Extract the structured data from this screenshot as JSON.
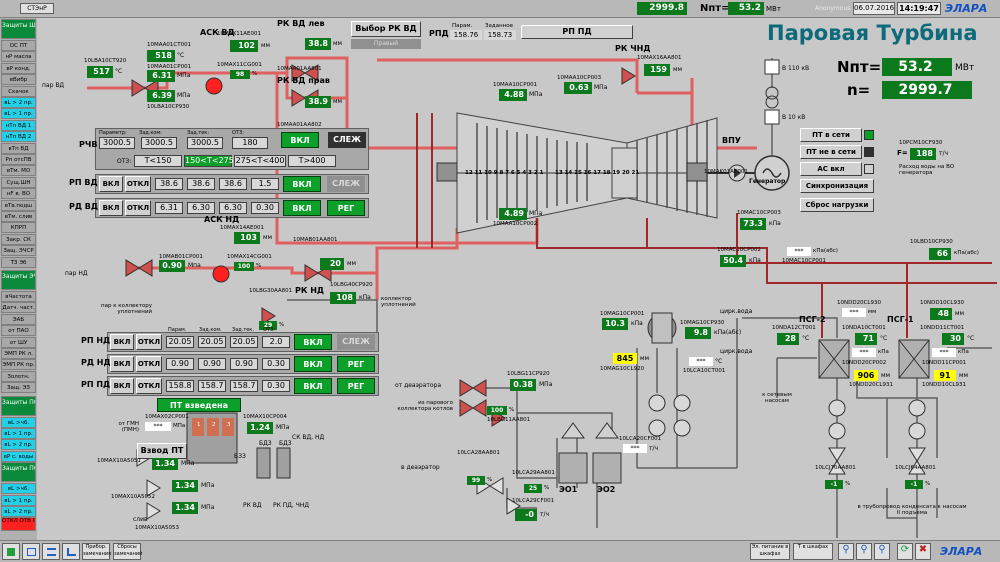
{
  "topbar": {
    "left_btn": "СТЭнР",
    "npt_top": "2999.8",
    "npt_top_label": "Nпт=",
    "npt_top_val": "53.2",
    "npt_top_unit": "МВт",
    "user": "Anonymous",
    "date": "06.07.2016",
    "time": "14:19:47",
    "logo": "ЭЛАРА"
  },
  "title": "Паровая Турбина",
  "sidebar": [
    {
      "t": "Защиты ШЗ",
      "k": "h"
    },
    {
      "t": "ОС ПТ",
      "k": "g"
    },
    {
      "t": "нР масла",
      "k": "g"
    },
    {
      "t": "вР конд.",
      "k": "g"
    },
    {
      "t": "вВибр",
      "k": "g"
    },
    {
      "t": "Скачок",
      "k": "g"
    },
    {
      "t": "вL > 2 пр.",
      "k": "c"
    },
    {
      "t": "вL > 1 пр.",
      "k": "c"
    },
    {
      "t": "нТп ВД 1",
      "k": "c"
    },
    {
      "t": "нТп ВД 2",
      "k": "c"
    },
    {
      "t": "вТп ВД",
      "k": "g"
    },
    {
      "t": "Рп отсПВ",
      "k": "g"
    },
    {
      "t": "вТм. МО",
      "k": "g"
    },
    {
      "t": "Сущ.ШН",
      "k": "g"
    },
    {
      "t": "нF в. ВО",
      "k": "g"
    },
    {
      "t": "вТв.подш",
      "k": "g"
    },
    {
      "t": "вТм. слив",
      "k": "g"
    },
    {
      "t": "КПРП",
      "k": "g"
    },
    {
      "t": "Закр. СК",
      "k": "g"
    },
    {
      "t": "Защ. ЭЧСР",
      "k": "g"
    },
    {
      "t": "ТЗ Эб",
      "k": "g"
    },
    {
      "t": "Защиты ЭЧСР",
      "k": "h"
    },
    {
      "t": "вЧастота",
      "k": "g"
    },
    {
      "t": "Датч. част.",
      "k": "g"
    },
    {
      "t": "ЭАБ",
      "k": "g"
    },
    {
      "t": "от ПАО",
      "k": "g"
    },
    {
      "t": "от ШУ",
      "k": "g"
    },
    {
      "t": "ЭМП РК л.",
      "k": "g"
    },
    {
      "t": "ЭМП РК пр.",
      "k": "g"
    },
    {
      "t": "Золотн.",
      "k": "g"
    },
    {
      "t": "Защ. ЭЗ",
      "k": "g"
    },
    {
      "t": "Защиты ПСГ",
      "k": "h"
    },
    {
      "t": "вL >ч6.",
      "k": "c"
    },
    {
      "t": "вL > 1 пр.",
      "k": "c"
    },
    {
      "t": "вL > 2 пр.",
      "k": "c"
    },
    {
      "t": "вР с. воды",
      "k": "c"
    },
    {
      "t": "Защиты ПСГ-2",
      "k": "h"
    },
    {
      "t": "вL >ч6.",
      "k": "c"
    },
    {
      "t": "вL > 1 пр.",
      "k": "c"
    },
    {
      "t": "вL > 2 пр.",
      "k": "c"
    },
    {
      "t": "ОТКЛ ОТВ ОТОПЛ.",
      "k": "r"
    }
  ],
  "ask_vd": {
    "label": "АСК ВД",
    "val": "102",
    "unit": "мм",
    "tag": "10MAX11AE001"
  },
  "p_vd": {
    "tag1": "10MAA01CT001",
    "t": "518",
    "tu": "°C",
    "tag2": "10MAA01CP001",
    "p": "6.31",
    "pu": "МПа",
    "p2": "6.39",
    "pu2": "МПа",
    "tag3": "10LBA10CP930",
    "valve": "98",
    "valve_u": "%",
    "tag4": "10MAX11CG001"
  },
  "par_vd": {
    "label": "пар ВД",
    "tag": "10LBA10CT920",
    "val": "517",
    "unit": "°C"
  },
  "rk_vd_lev": {
    "label": "РК ВД лев",
    "val": "38.8",
    "unit": "мм",
    "tag": "10MAA01AA801"
  },
  "rk_vd_prav": {
    "label": "РК ВД прав",
    "val": "38.9",
    "unit": "мм",
    "tag": "10MAA01AA802"
  },
  "vybor": {
    "btn": "Выбор РК ВД",
    "sub": "Правый"
  },
  "rpd": {
    "label": "РПД",
    "param_l": "Парам.",
    "param_v": "158.76",
    "zad_l": "Заданное",
    "zad_v": "158.73",
    "btn": "РП ПД"
  },
  "rk_chnd": {
    "label": "РК ЧНД",
    "tag": "10MAX16AA801",
    "val": "159",
    "unit": "мм"
  },
  "npt": {
    "label": "Nпт=",
    "val": "53.2",
    "unit": "МВт",
    "n_label": "n=",
    "n_val": "2999.7"
  },
  "electric": {
    "v110": "В 110 кВ",
    "v10": "В 10 кВ",
    "gen": "Генератор"
  },
  "vpu": {
    "label": "ВПУ",
    "tag": "10MAK01AE001"
  },
  "status": {
    "pt_net": "ПТ в сети",
    "pt_not_net": "ПТ не в сети",
    "as_on": "АС вкл",
    "sync": "Синхронизация",
    "reset": "Сброс нагрузки"
  },
  "gen_water": {
    "tag": "10PCM10CF930",
    "label": "F=",
    "val": "188",
    "unit": "т/ч",
    "desc": "Расход воды на ВО генератора"
  },
  "turbine": {
    "tag1": "10MAA10CP001",
    "v1": "4.88",
    "u1": "МПа",
    "tag2": "10MAA10CP003",
    "v2": "0.63",
    "u2": "МПа",
    "tag3": "10MAA10CP002",
    "v3": "4.89",
    "u3": "МПа",
    "stages_l": "12 11 10 9 8 7 6 5 4 3 2 1",
    "stages_r": "13 14 15 16 17 18 19 20 21"
  },
  "rchv": {
    "label": "РЧВ",
    "h1": "Параметр:",
    "h2": "Зад.ком:",
    "h3": "Зад.тек:",
    "h4": "ОТЗ:",
    "v1": "3000.5",
    "v2": "3000.5",
    "v3": "3000.5",
    "v4": "180",
    "on": "ВКЛ",
    "mode": "СЛЕЖ",
    "otz": "ОТЗ:",
    "r1": "T<150",
    "r2": "150<T<275",
    "r3": "275<T<400",
    "r4": "T>400"
  },
  "rp_vd": {
    "label": "РП ВД",
    "on": "ВКЛ",
    "off": "ОТКЛ",
    "v1": "38.6",
    "v2": "38.6",
    "v3": "38.6",
    "v4": "1.5",
    "mode_on": "ВКЛ",
    "mode": "СЛЕЖ"
  },
  "rd_vd": {
    "label": "РД ВД",
    "on": "ВКЛ",
    "off": "ОТКЛ",
    "v1": "6.31",
    "v2": "6.30",
    "v3": "6.30",
    "v4": "0.30",
    "mode_on": "ВКЛ",
    "mode": "РЕГ"
  },
  "ask_nd": {
    "label": "АСК НД",
    "tag": "10MAX14AE001",
    "val": "103",
    "unit": "мм",
    "tag2": "10MAB01CP001",
    "p": "0.90",
    "pu": "Мпа",
    "tag3": "10MAX14CG001",
    "valve": "100",
    "valve_u": "%",
    "par_nd": "пар НД"
  },
  "rk_nd": {
    "label": "РК НД",
    "tag": "10MAB01AA801",
    "val": "20",
    "unit": "мм",
    "tag2": "10LBG30AA801",
    "tag3": "10LBG40CP920",
    "p": "108",
    "pu": "кПа",
    "valve": "29",
    "valve_u": "%",
    "coll": "коллектор уплотнений",
    "par_col": "пар к коллектору уплотнений"
  },
  "rp_nd": {
    "label": "РП НД",
    "on": "ВКЛ",
    "off": "ОТКЛ",
    "v1": "20.05",
    "v2": "20.05",
    "v3": "20.05",
    "v4": "2.0",
    "mode_on": "ВКЛ",
    "mode": "СЛЕЖ"
  },
  "rd_nd": {
    "label": "РД НД",
    "on": "ВКЛ",
    "off": "ОТКЛ",
    "v1": "0.90",
    "v2": "0.90",
    "v3": "0.90",
    "v4": "0.30",
    "mode_on": "ВКЛ",
    "mode": "РЕГ"
  },
  "rp_pd": {
    "label": "РП ПД",
    "on": "ВКЛ",
    "off": "ОТКЛ",
    "v1": "158.8",
    "v2": "158.7",
    "v3": "158.7",
    "v4": "0.30",
    "mode_on": "ВКЛ",
    "mode": "РЕГ"
  },
  "panel_headers": {
    "h1": "Парам.",
    "h2": "Зад.ком.",
    "h3": "Зад.тек.",
    "h4": "ОТЗ:"
  },
  "pt_vzveden": "ПТ взведена",
  "vzvod": {
    "btn": "Взвод ПТ",
    "tag1": "10MAX02CP001",
    "v1": "***",
    "u1": "МПа",
    "tag2": "10MAX10CP004",
    "v2": "1.24",
    "u2": "МПа",
    "gmn": "от ГМН (ПМН)",
    "tag3": "10MAX10A5051",
    "v3": "1.34",
    "u3": "МПа",
    "tag4": "10MAX10A5052",
    "v4": "1.34",
    "u4": "МПа",
    "v5": "1.34",
    "u5": "МПа",
    "tag5": "10MAX10A5053",
    "drain": "слив",
    "bz3": "БЗЗ",
    "bz3b": "БДЗ",
    "bz3c": "БДЗ",
    "sk": "СК ВД, НД",
    "rk_vd": "РК ВД",
    "rk_pd": "РК ПД, ЧНД",
    "b1": "1",
    "b2": "2",
    "b3": "3"
  },
  "deaerator": {
    "from": "от деаэратора",
    "from_col": "из парового коллектора котлов",
    "tag": "10LBG11CP920",
    "val": "0.38",
    "unit": "МПа",
    "valve": "100",
    "valve_u": "%",
    "tag2": "10LBG11AA801"
  },
  "condenser": {
    "tag1": "10MAG10CP001",
    "v1": "10.3",
    "u1": "кПа",
    "tag2": "10MAG10CP930",
    "v2": "9.8",
    "u2": "кПа(абс)",
    "circ1": "цирк.вода",
    "circ2": "цирк.вода",
    "level": "845",
    "level_u": "мм",
    "tag3": "10MAG10CL920",
    "tag4": "10LCA10CT001",
    "v4": "***",
    "u4": "°C",
    "tag5": "10LCA20CF001",
    "v5": "***",
    "u5": "т/ч"
  },
  "eo": {
    "eo1": "ЭО1",
    "eo2": "ЭО2",
    "tag1": "10LCA28AA801",
    "v1": "99",
    "u1": "%",
    "tag2": "10LCA29AA801",
    "v2": "25",
    "u2": "%",
    "tag3": "10LCA29CF001",
    "v3": "-0",
    "u3": "т/ч",
    "to_d": "в деаэратор"
  },
  "mac": {
    "tag1": "10MAC10CP003",
    "v1": "73.3",
    "u1": "кПа",
    "tag2": "10MAC10CP002",
    "v2": "50.4",
    "u2": "кПа",
    "tag3": "10MAC10CP001",
    "v3": "***",
    "u3": "кПа(абс)"
  },
  "psg2": {
    "label": "ПСГ-2",
    "tag1": "10NDA12CT001",
    "v1": "28",
    "u1": "°C",
    "tag2": "10NDD20CL930",
    "v2": "***",
    "u2": "мм",
    "tag3": "10NDA10CT001",
    "v3": "71",
    "u3": "°C",
    "tag4": "10NDD20CP002",
    "v4": "***",
    "u4": "кПа",
    "lev": "906",
    "lev_u": "мм",
    "tag5": "10NDD20CL931",
    "net": "к сетевым насосам"
  },
  "psg1": {
    "label": "ПСГ-1",
    "tag1": "10LBD10CP930",
    "v1": "66",
    "u1": "кПа(абс)",
    "tag2": "10NDD10CL930",
    "v2": "48",
    "u2": "мм",
    "tag3": "10NDD11CT001",
    "v3": "30",
    "u3": "°C",
    "tag4": "10NDD11CP001",
    "v4": "***",
    "u4": "кПа",
    "lev": "91",
    "lev_u": "мм",
    "tag5": "10NDD10CL931"
  },
  "drain_pumps": {
    "tag1": "10LCJ70AA801",
    "v1": "-1",
    "u1": "%",
    "tag2": "10LCJ64AA801",
    "v2": "-1",
    "u2": "%",
    "to": "в трубопровод конденсата к насосам II подъема"
  },
  "bottom": {
    "pribor": "Прибор. замечания",
    "sbros": "Сбросы замечаний",
    "el_pit": "Эл. питание в шкафах",
    "t_shk": "T в шкафах",
    "logo": "ЭЛАРА"
  },
  "colors": {
    "pipe_red": "#e06060",
    "pipe_dark": "#a02828",
    "green": "#0c7a1c",
    "cyan": "#22d0e8",
    "title": "#0c6a7a"
  }
}
